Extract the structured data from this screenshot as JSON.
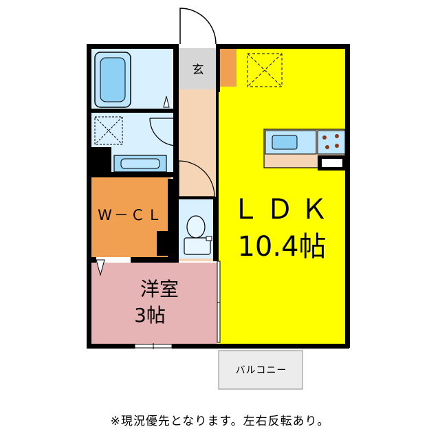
{
  "rooms": {
    "entrance": "玄",
    "ldk": {
      "name": "ＬＤＫ",
      "size": "10.4帖"
    },
    "walk_in_closet": "W－ＣＬ",
    "western_room": {
      "name": "洋室",
      "size": "3帖"
    },
    "balcony": "バルコニー"
  },
  "footnote": "※現況優先となります。左右反転あり。",
  "colors": {
    "ldk": "#ffff00",
    "western_room": "#e6b4b4",
    "walk_in_closet": "#f0a050",
    "entrance_storage": "#f0a050",
    "hallway": "#f5d5b5",
    "wet_area": "#d9f0ff",
    "entrance_floor": "#d6d6d6",
    "kitchen_counter": "#f5d5b5",
    "walls": "#000000"
  },
  "icons": [
    "door-swing-icon",
    "bathtub-icon",
    "washbasin-icon",
    "washing-machine-pan-icon",
    "toilet-icon",
    "kitchen-sink-icon",
    "stove-burner-icon",
    "refrigerator-space-icon",
    "ventilation-x-icon"
  ]
}
